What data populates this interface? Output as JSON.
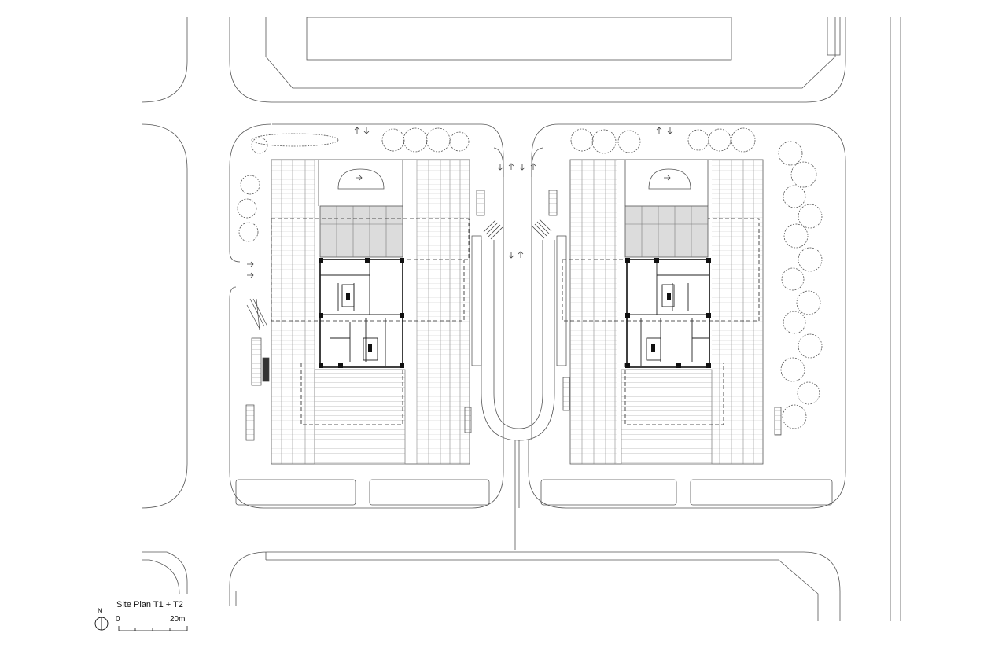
{
  "drawing": {
    "title": "Site Plan  T1 + T2",
    "north_label": "N",
    "scale_start": "0",
    "scale_end": "20m"
  },
  "colors": {
    "line": "#333333",
    "light_line": "#888888",
    "core_fill": "#d9d9d9",
    "tree": "#555555"
  },
  "icons": [
    "north-arrow-icon",
    "tree-icon",
    "direction-arrow-icon"
  ]
}
